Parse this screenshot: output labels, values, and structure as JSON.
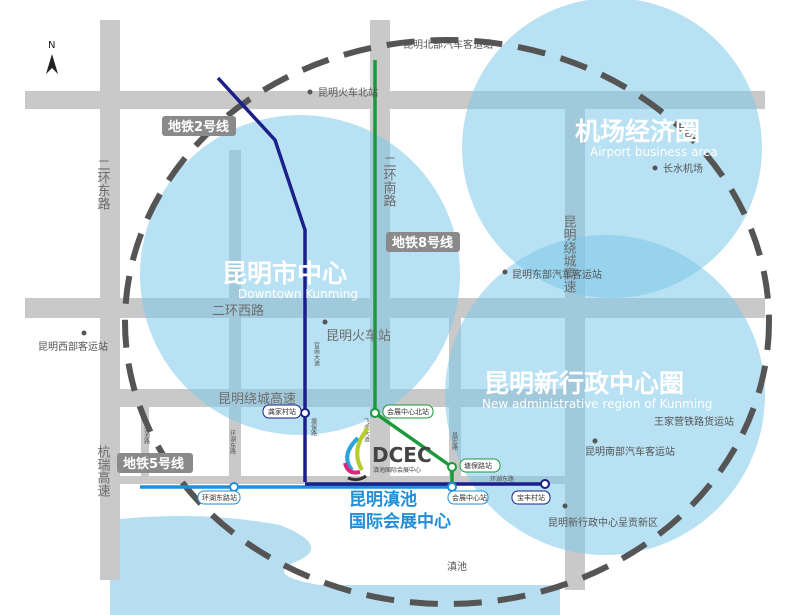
{
  "compass": "N",
  "zones": [
    {
      "title": "昆明市中心",
      "subtitle": "Downtown Kunming"
    },
    {
      "title": "机场经济圈",
      "subtitle": "Airport business area"
    },
    {
      "title": "昆明新行政中心圈",
      "subtitle": "New administrative region of Kunming"
    }
  ],
  "lines": {
    "metro2": "地铁2号线",
    "metro8": "地铁8号线",
    "metro5": "地铁5号线"
  },
  "colors": {
    "metro2": "#1b1f8a",
    "metro8": "#1a9a3a",
    "metro5": "#1e8fd8",
    "zone": "#7ec9ea"
  },
  "roads": {
    "erhuan_east": "二环东路",
    "erhuan_south": "二环南路",
    "erhuan_west": "二环西路",
    "raocheng": "昆明绕城高速",
    "raocheng_v": "昆明绕城高速",
    "hangrui": "杭瑞高速",
    "guannan": "官南大道",
    "feihu": "飞虎大道",
    "huanhu_v": "环湖东路",
    "huanhu_h": "环湖东路",
    "dianchi_rd": "滇池路",
    "tangbao": "塘保路",
    "changhong": "昌宏路"
  },
  "places": {
    "north_bus": "昆明北部汽车客运站",
    "north_rail": "昆明火车北站",
    "airport": "长水机场",
    "east_bus": "昆明东部汽车客运站",
    "west_bus": "昆明西部客运站",
    "rail": "昆明火车站",
    "wangjiaying": "王家营铁路货运站",
    "south_bus": "昆明南部汽车客运站",
    "chenggong": "昆明新行政中心呈贡新区",
    "dianchi": "滇池"
  },
  "stations": {
    "gongjiacun": "龚家村站",
    "hzbei": "会展中心北站",
    "tangbao": "塘保路站",
    "huanhu": "环湖东路站",
    "hzzx": "会展中心站",
    "baofeng": "宝丰村站"
  },
  "venue": {
    "logo": "DCEC",
    "logo_sub": "滇池国际会展中心",
    "name_line1": "昆明滇池",
    "name_line2": "国际会展中心"
  }
}
